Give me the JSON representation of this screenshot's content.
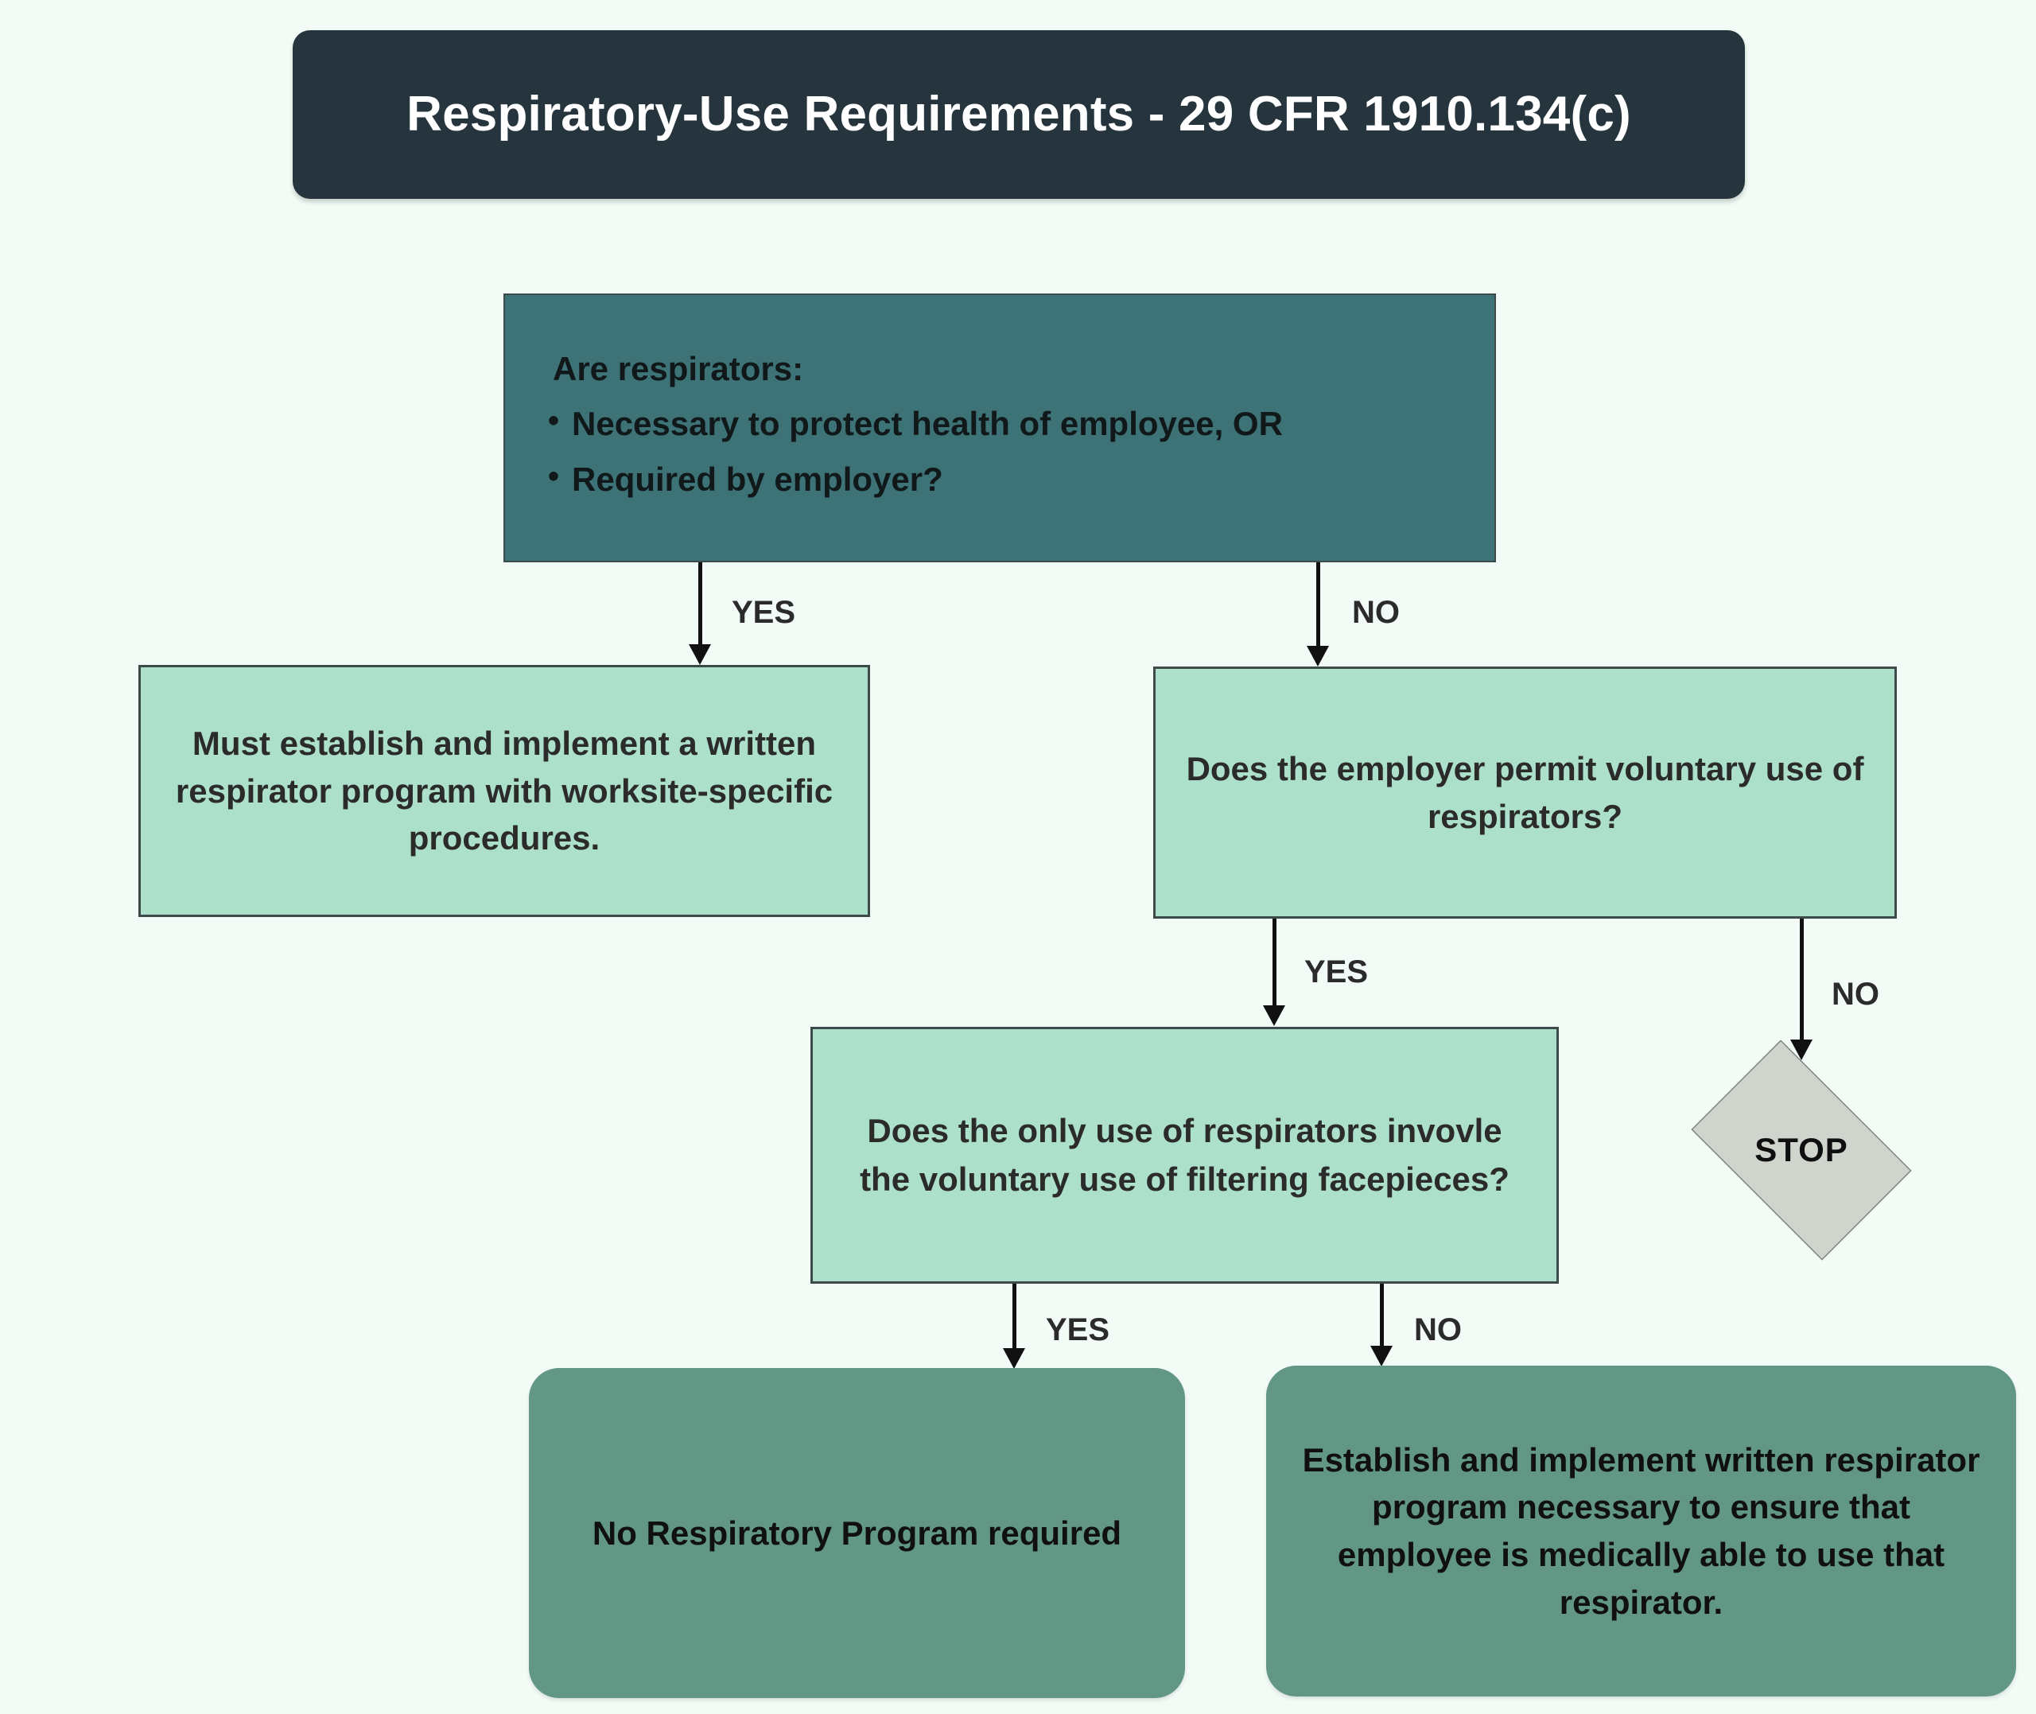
{
  "meta": {
    "background_color": "#f2fbf6",
    "title_bar_color": "#26343d",
    "decision_color": "#3d7277",
    "mint_color": "#ade0cb",
    "outcome_color": "#629685",
    "stop_color": "#cfd4cd"
  },
  "title": {
    "text": "Respiratory-Use Requirements - 29 CFR 1910.134(c)"
  },
  "nodes": {
    "q1": {
      "heading": "Are respirators:",
      "bullets": [
        "Necessary to protect health of employee, OR",
        "Required by employer?"
      ]
    },
    "written_program": {
      "text": "Must establish and implement a written respirator program with worksite-specific procedures."
    },
    "voluntary_permit": {
      "text": "Does the employer permit voluntary use of respirators?"
    },
    "filtering_facepieces": {
      "text": "Does the only use of respirators invovle the voluntary use of filtering facepieces?"
    },
    "stop": {
      "text": "STOP"
    },
    "no_program": {
      "text": "No Respiratory Program required"
    },
    "medical_program": {
      "text": "Establish and implement written respirator program necessary to ensure that employee is medically able to use that respirator."
    }
  },
  "edges": {
    "q1_yes": "YES",
    "q1_no": "NO",
    "permit_yes": "YES",
    "permit_no": "NO",
    "facepieces_yes": "YES",
    "facepieces_no": "NO"
  }
}
